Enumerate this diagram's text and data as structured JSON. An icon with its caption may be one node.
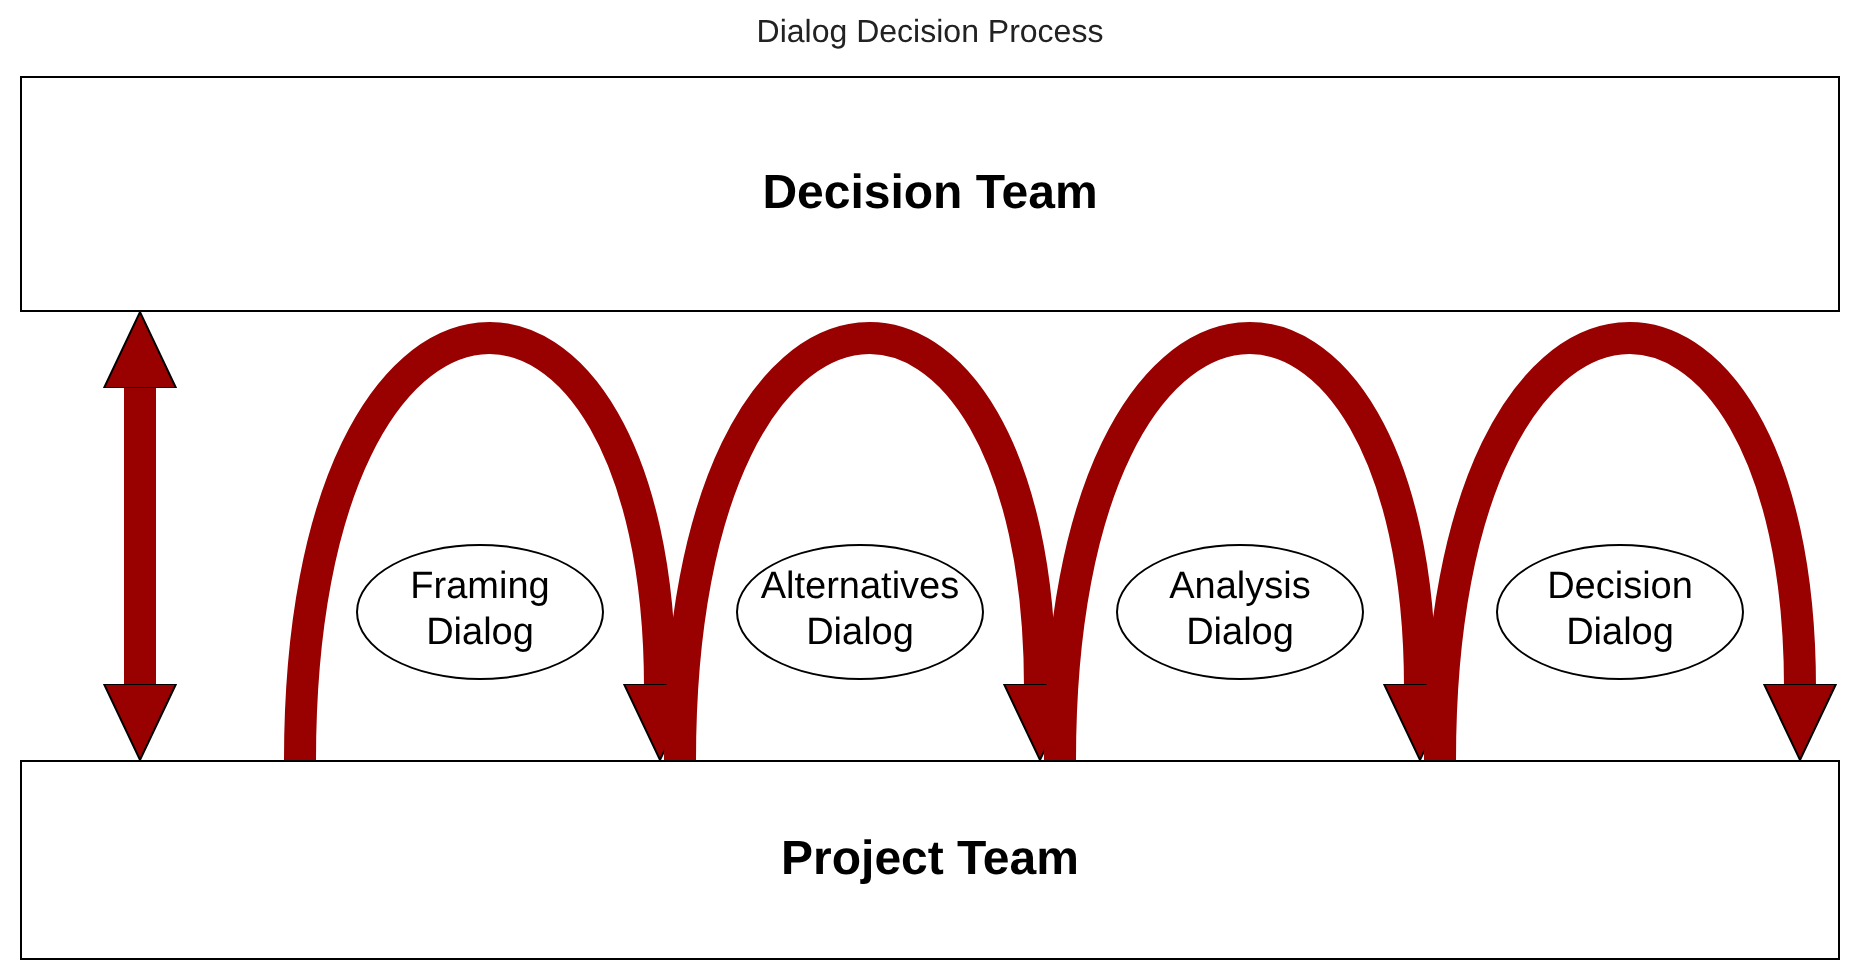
{
  "diagram": {
    "title": "Dialog Decision Process",
    "nodes": [
      {
        "text": [
          "Decision Team"
        ]
      },
      {
        "text": [
          "Framing Dialog"
        ]
      },
      {
        "text": [
          "Alternatives Dialog"
        ]
      },
      {
        "text": [
          "Analysis Dialog"
        ]
      },
      {
        "text": [
          "Decision Dialog"
        ]
      },
      {
        "text": [
          "Project Team"
        ]
      }
    ],
    "edges": [
      {
        "from": 0,
        "to": 5,
        "arrow": "both"
      },
      {
        "from": 5,
        "to": 5,
        "arrow": "to"
      },
      {
        "from": 5,
        "to": 5,
        "arrow": "to"
      },
      {
        "from": 5,
        "to": 5,
        "arrow": "to"
      },
      {
        "from": 5,
        "to": 5,
        "arrow": "to"
      }
    ]
  }
}
